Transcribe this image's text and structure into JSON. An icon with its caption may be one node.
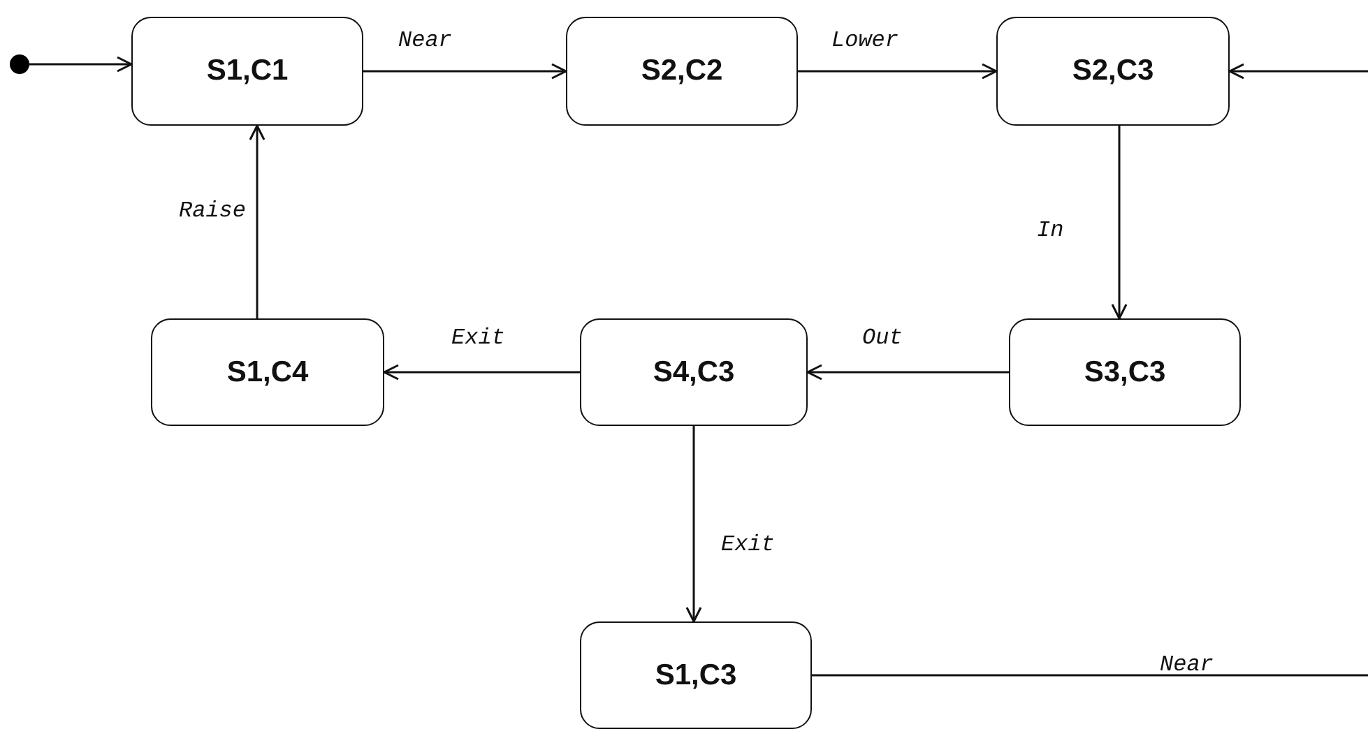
{
  "diagram": {
    "nodes": [
      {
        "text": [],
        "shape": "circle"
      },
      {
        "text": [
          "S1,C1"
        ]
      },
      {
        "text": [
          "S2,C2"
        ]
      },
      {
        "text": [
          "S2,C3"
        ]
      },
      {
        "text": [
          "S1,C4"
        ]
      },
      {
        "text": [
          "S4,C3"
        ]
      },
      {
        "text": [
          "S3,C3"
        ]
      },
      {
        "text": [
          "S1,C3"
        ]
      }
    ],
    "edges": [
      {
        "from": 0,
        "to": 1,
        "arrow": "to"
      },
      {
        "from": 1,
        "to": 2,
        "arrow": "to",
        "label": "Near"
      },
      {
        "from": 2,
        "to": 3,
        "arrow": "to",
        "label": "Lower"
      },
      {
        "from": 3,
        "to": 6,
        "arrow": "to",
        "label": "In"
      },
      {
        "from": 6,
        "to": 5,
        "arrow": "to",
        "label": "Out"
      },
      {
        "from": 5,
        "to": 4,
        "arrow": "to",
        "label": "Exit"
      },
      {
        "from": 4,
        "to": 1,
        "arrow": "to",
        "label": "Raise"
      },
      {
        "from": 5,
        "to": 7,
        "arrow": "to",
        "label": "Exit"
      },
      {
        "from": 7,
        "to": null,
        "arrow": "none",
        "label": "Near"
      },
      {
        "from": null,
        "to": 3,
        "arrow": "to"
      }
    ]
  }
}
